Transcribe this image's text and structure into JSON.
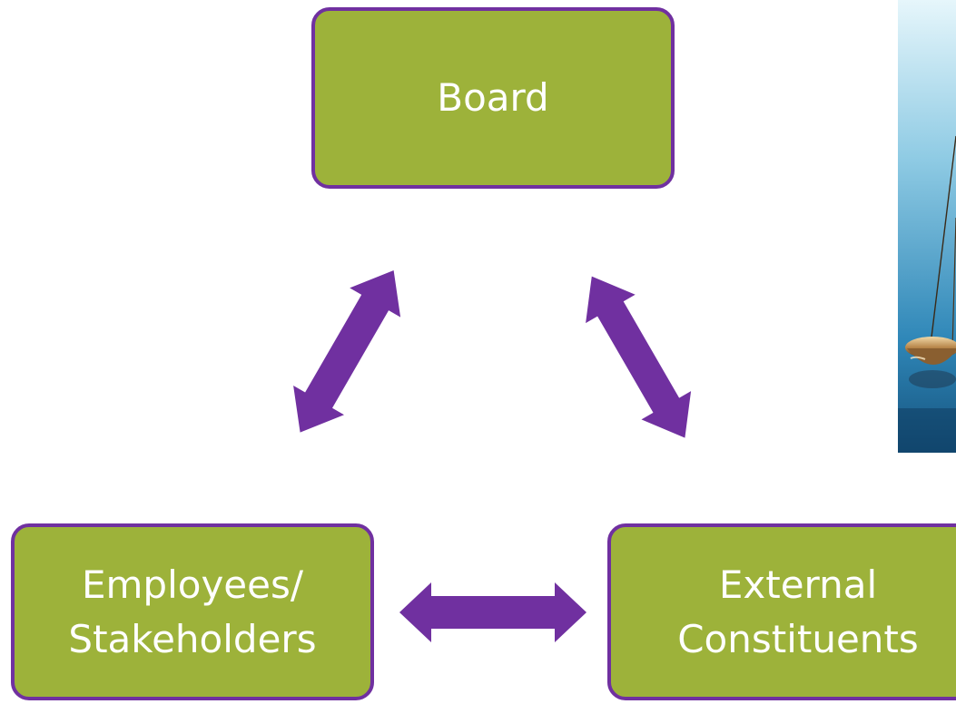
{
  "diagram": {
    "nodes": {
      "board": {
        "lines": [
          "Board"
        ]
      },
      "employees": {
        "lines": [
          "Employees/",
          "Stakeholders"
        ]
      },
      "external": {
        "lines": [
          "External",
          "Constituents"
        ]
      }
    },
    "edges": [
      {
        "from": "board",
        "to": "employees",
        "style": "double-arrow"
      },
      {
        "from": "board",
        "to": "external",
        "style": "double-arrow"
      },
      {
        "from": "employees",
        "to": "external",
        "style": "double-arrow"
      }
    ],
    "image": {
      "subject": "scales-of-justice-photo"
    }
  },
  "colors": {
    "box_fill": "#9db23a",
    "box_border": "#7030a0",
    "arrow": "#7030a0",
    "text": "#ffffff"
  }
}
